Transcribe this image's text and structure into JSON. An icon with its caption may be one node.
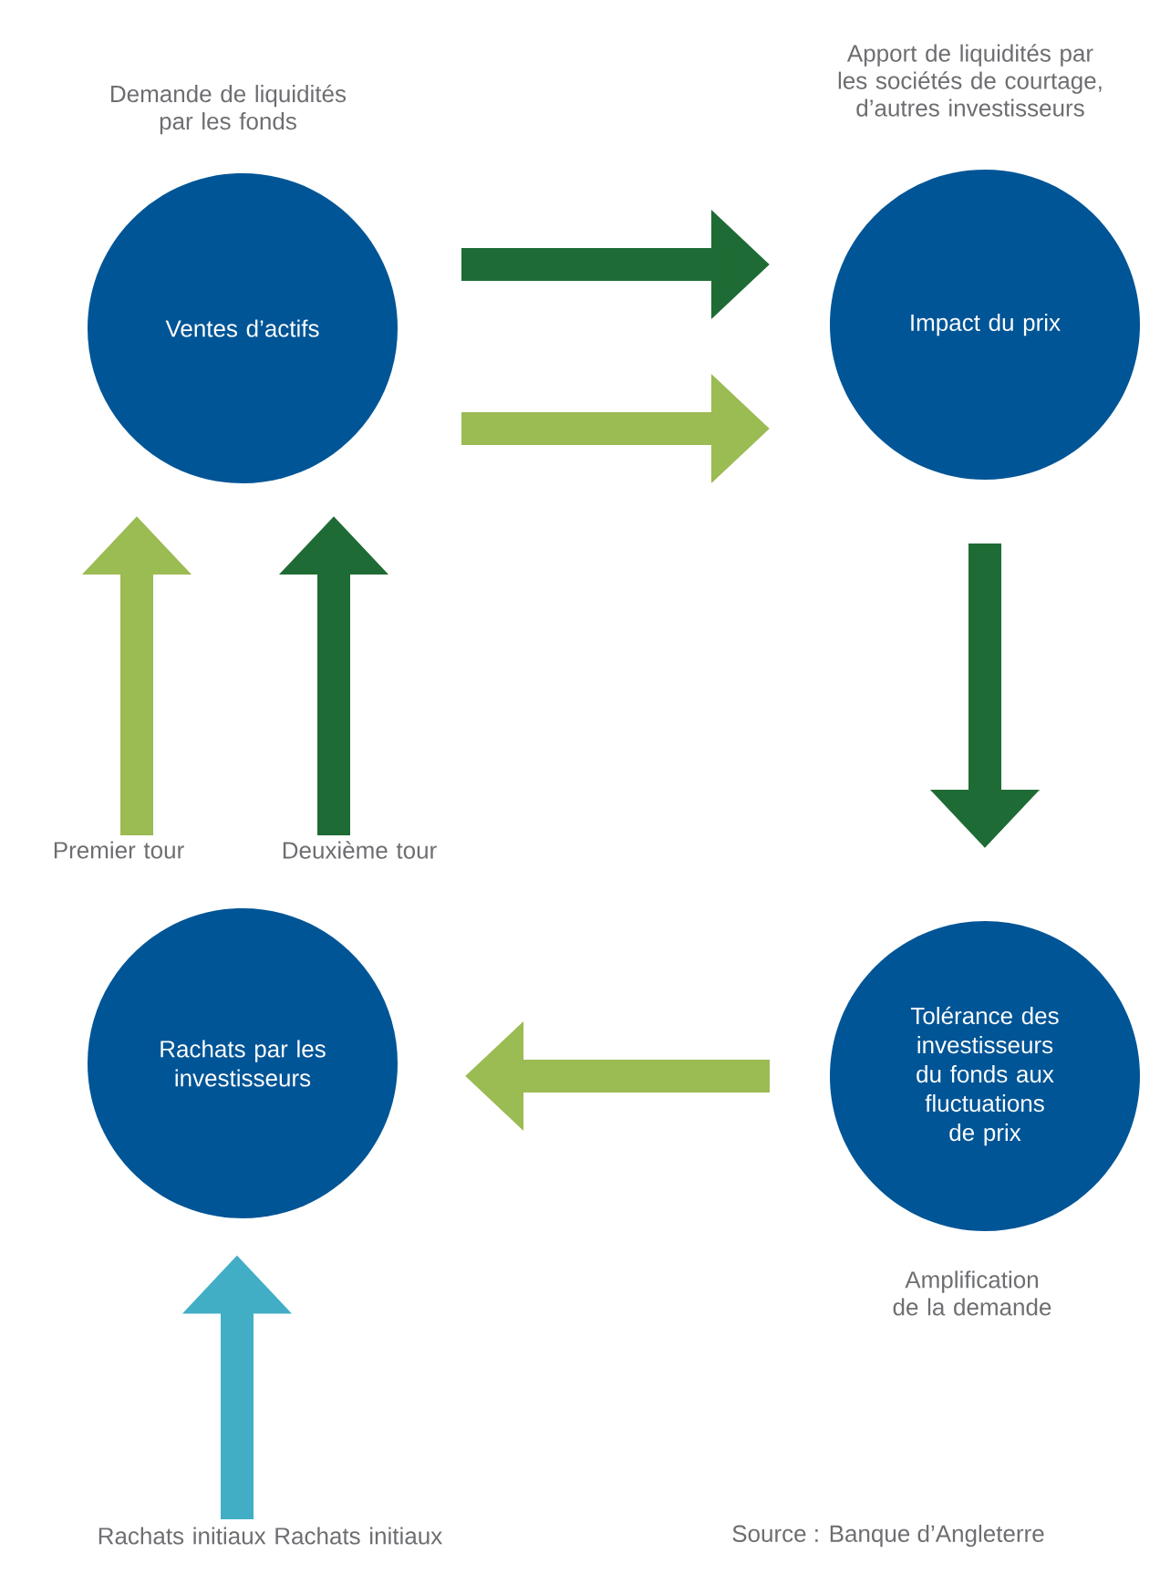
{
  "diagram": {
    "nodes": [
      {
        "text": [
          "Ventes d’actifs"
        ],
        "beside": [
          "Demande de liquidités par les fonds"
        ]
      },
      {
        "text": [
          "Impact du prix"
        ],
        "beside": [
          "Apport de liquidités par les sociétés de courtage, d’autres investisseurs"
        ]
      },
      {
        "text": [
          "Tolérance des investisseurs du fonds aux fluctuations de prix"
        ],
        "beside": [
          "Amplification de la demande"
        ]
      },
      {
        "text": [
          "Rachats par les investisseurs"
        ]
      },
      {
        "text": [
          "Premier tour"
        ]
      },
      {
        "text": [
          "Deuxième tour"
        ]
      },
      {
        "text": [
          "Rachats initiaux Rachats initiaux"
        ]
      }
    ],
    "edges": [
      {
        "from": 0,
        "to": 1,
        "arrow": "to",
        "color": "#1f6b35"
      },
      {
        "from": 0,
        "to": 1,
        "arrow": "to",
        "color": "#9bbb53"
      },
      {
        "from": 1,
        "to": 2,
        "arrow": "to",
        "color": "#1f6b35"
      },
      {
        "from": 2,
        "to": 3,
        "arrow": "to",
        "color": "#9bbb53"
      },
      {
        "from": 4,
        "to": 0,
        "arrow": "to",
        "color": "#9bbb53"
      },
      {
        "from": 5,
        "to": 0,
        "arrow": "to",
        "color": "#1f6b35"
      },
      {
        "from": 6,
        "to": 3,
        "arrow": "to",
        "color": "#42aec6"
      }
    ],
    "labels": [
      "Source : Banque d’Angleterre"
    ]
  }
}
